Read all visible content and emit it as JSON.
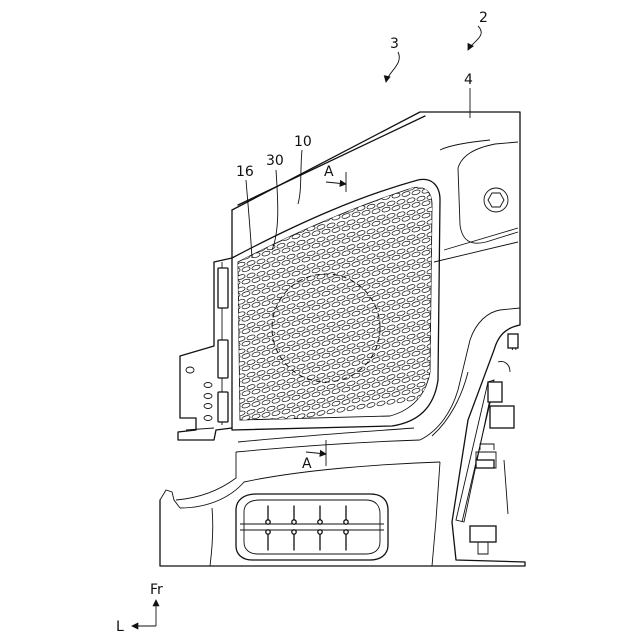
{
  "drawing": {
    "reference_numerals": {
      "r2": "2",
      "r3": "3",
      "r4": "4",
      "r10": "10",
      "r16": "16",
      "r30": "30"
    },
    "section_marks": {
      "upper": "A",
      "lower": "A"
    },
    "orientation": {
      "front": "Fr",
      "left": "L"
    }
  }
}
